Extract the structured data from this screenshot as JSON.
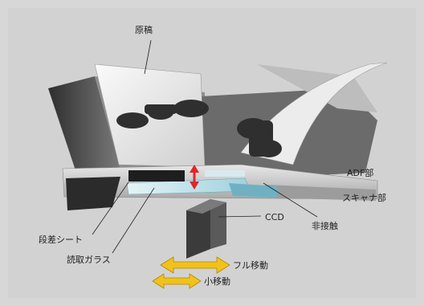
{
  "labels": {
    "genkou": "原稿",
    "adf": "ADF部",
    "scanner": "スキャナ部",
    "ccd": "CCD",
    "hisesshoku": "非接触",
    "dansa_sheet": "段差シート",
    "yomitori_glass": "読取ガラス",
    "full_move": "フル移動",
    "small_move": "小移動"
  },
  "colors": {
    "background": "#d7d7d7",
    "glass": "#bfe3ec",
    "red_arrow": "#e0262b",
    "yellow_arrow": "#f2c21a",
    "paper": "#f4f4f4",
    "dark_metal": "#3a3a3a"
  },
  "icons": {
    "gap_indicator": "red-double-arrow-icon",
    "full_move_indicator": "yellow-double-arrow-icon",
    "small_move_indicator": "yellow-double-arrow-icon"
  }
}
